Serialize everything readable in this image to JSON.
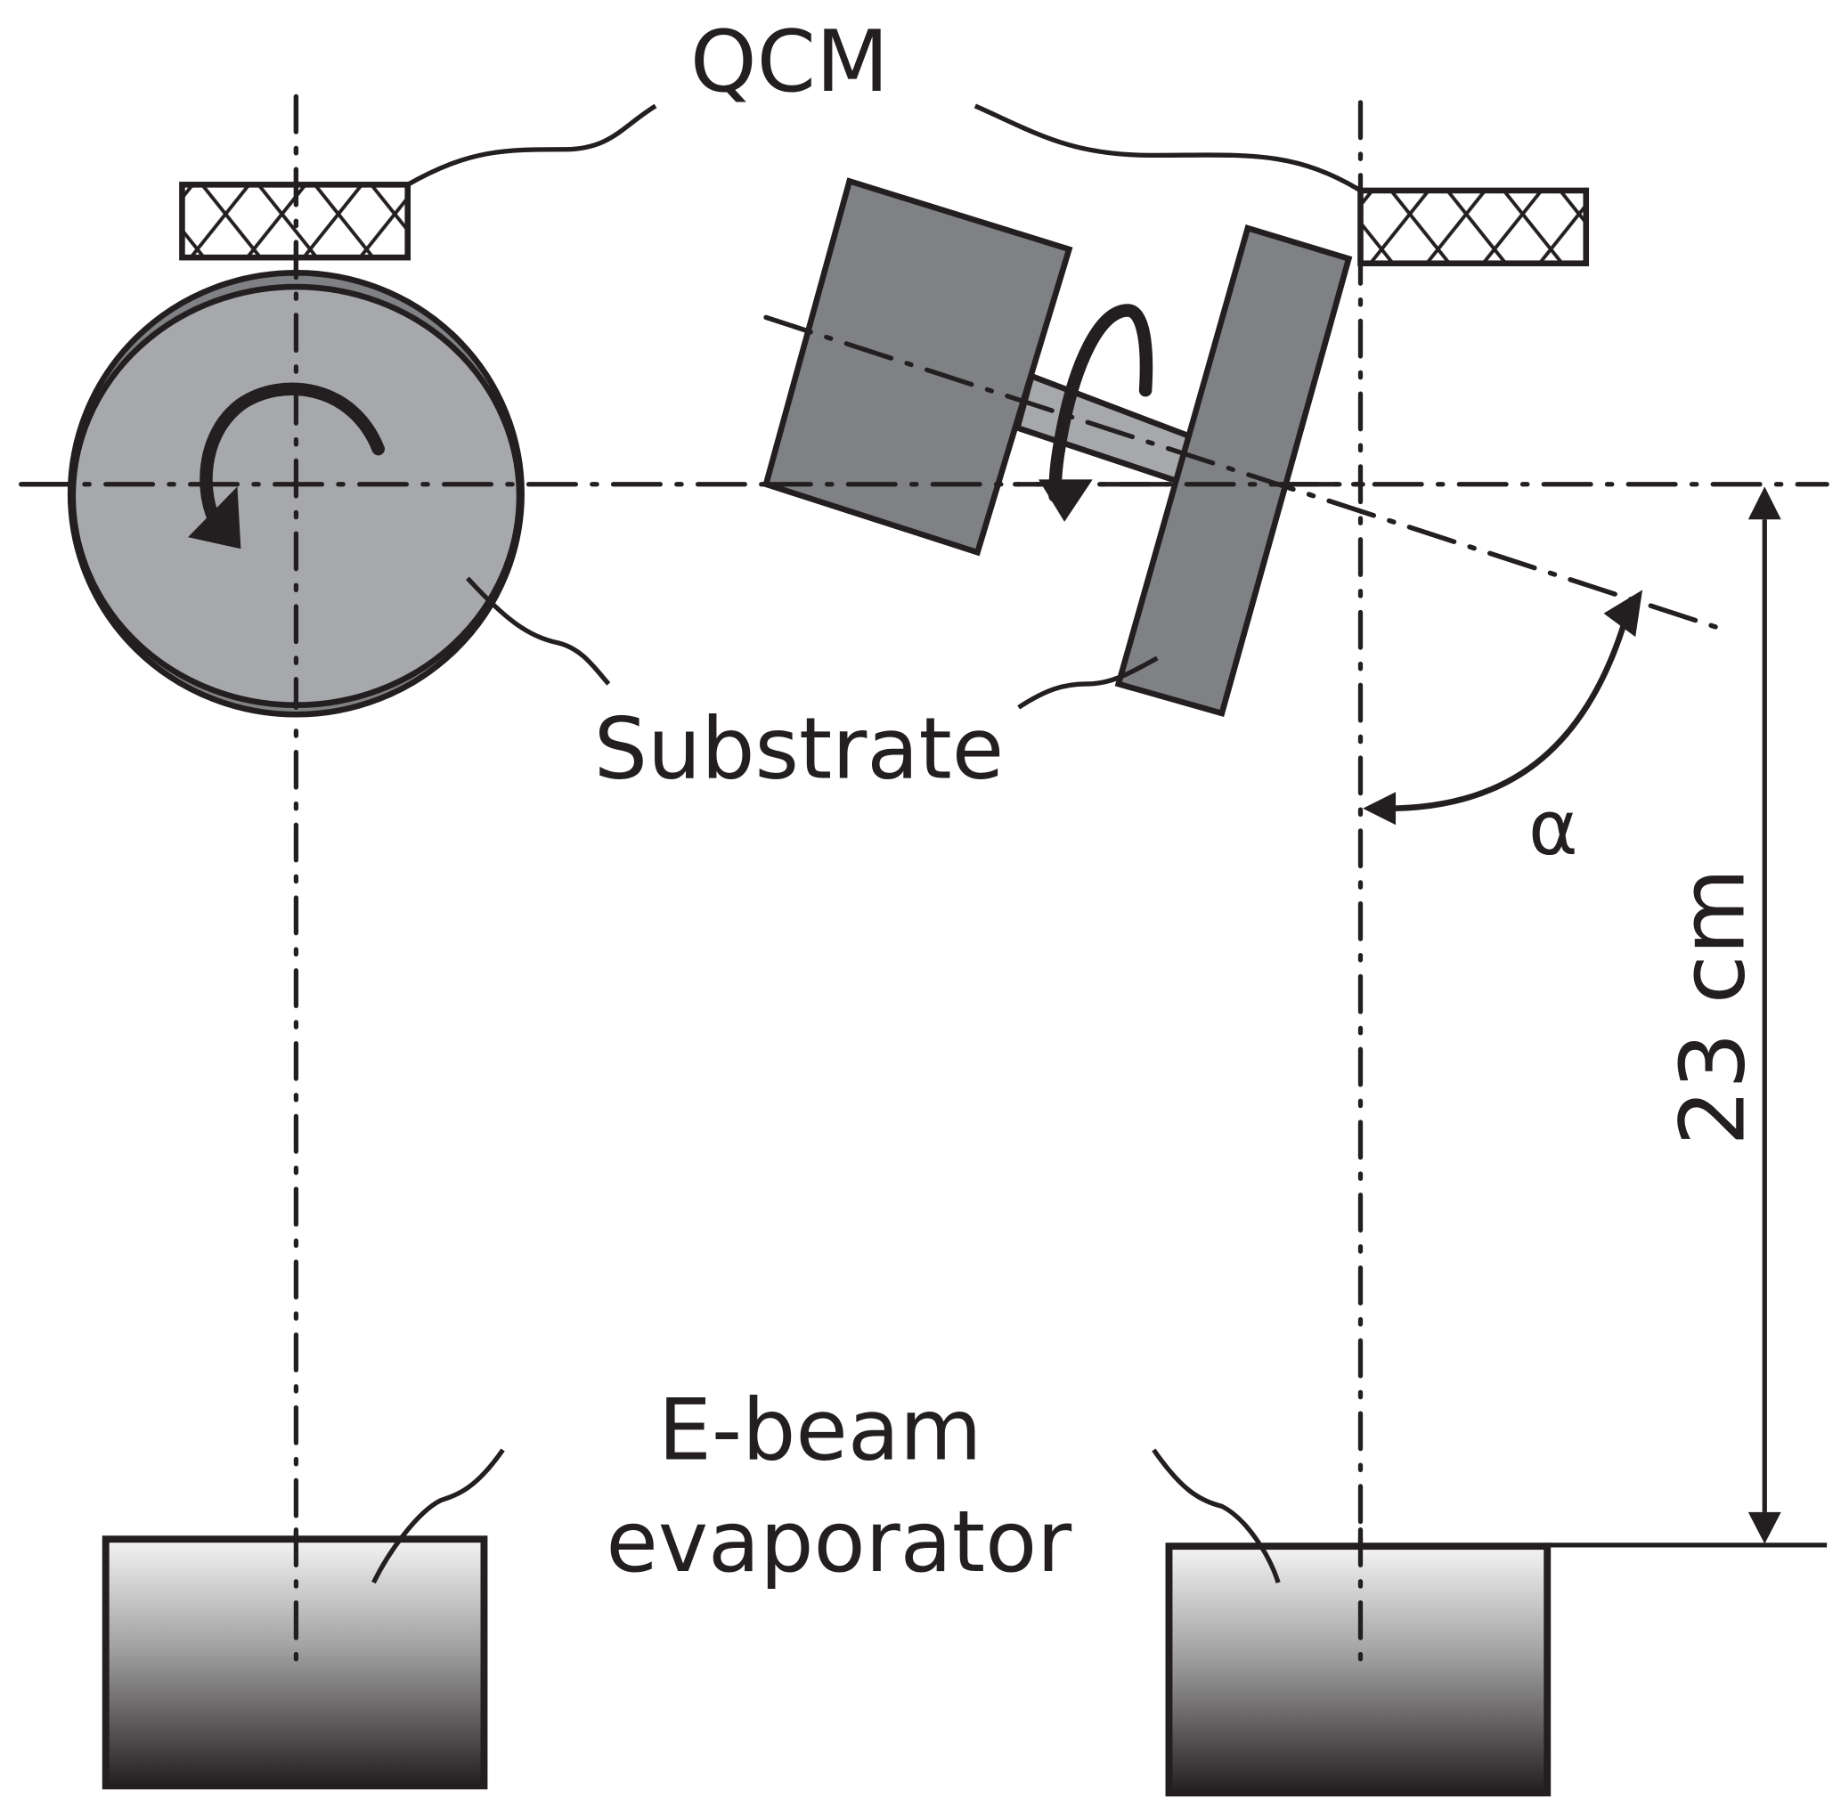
{
  "diagram": {
    "title": "",
    "labels": {
      "qcm": "QCM",
      "substrate": "Substrate",
      "evaporator_line1": "E-beam",
      "evaporator_line2": "evaporator",
      "angle": "α",
      "distance": "23 cm"
    },
    "colors": {
      "ink": "#231f20",
      "substrate_light": "#a7a8ab",
      "substrate_dark": "#808184",
      "evaporator_top": "#f4f4f4",
      "evaporator_bottom": "#231f20",
      "background": "#ffffff"
    },
    "components": [
      {
        "id": "left-assembly",
        "parts": [
          "QCM crystal holder (cross-hatched)",
          "rotating circular substrate",
          "rotation arrow",
          "E-beam evaporator"
        ]
      },
      {
        "id": "right-assembly",
        "parts": [
          "QCM crystal holder (cross-hatched)",
          "tilted substrate holder",
          "tilted substrate plate",
          "axle",
          "rotation arrow",
          "tilt angle α",
          "E-beam evaporator"
        ]
      }
    ],
    "dimension": {
      "value": 23,
      "unit": "cm",
      "between": [
        "substrate axis",
        "evaporator top"
      ]
    }
  }
}
